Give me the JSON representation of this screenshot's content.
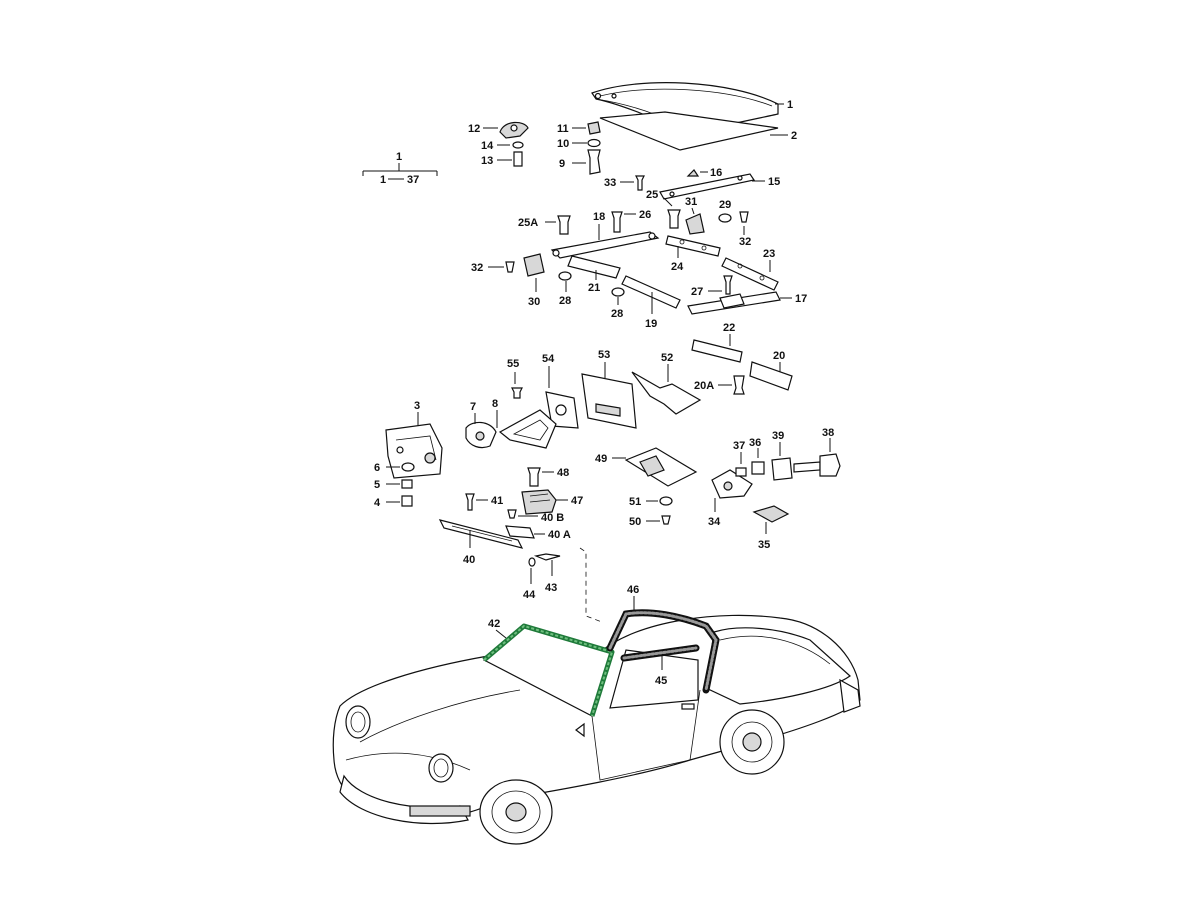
{
  "range_label": {
    "top": "1",
    "from": "1",
    "to": "37"
  },
  "callouts": {
    "c1": "1",
    "c2": "2",
    "c3": "3",
    "c4": "4",
    "c5": "5",
    "c6": "6",
    "c7": "7",
    "c8": "8",
    "c9": "9",
    "c10": "10",
    "c11": "11",
    "c12": "12",
    "c13": "13",
    "c14": "14",
    "c15": "15",
    "c16": "16",
    "c17": "17",
    "c18": "18",
    "c19": "19",
    "c20": "20",
    "c20a": "20A",
    "c21": "21",
    "c22": "22",
    "c23": "23",
    "c24": "24",
    "c25": "25",
    "c25a": "25A",
    "c26": "26",
    "c27": "27",
    "c28a": "28",
    "c28b": "28",
    "c29": "29",
    "c30": "30",
    "c31": "31",
    "c32a": "32",
    "c32b": "32",
    "c33": "33",
    "c34": "34",
    "c35": "35",
    "c36": "36",
    "c37": "37",
    "c38": "38",
    "c39": "39",
    "c40": "40",
    "c40a": "40 A",
    "c40b": "40 B",
    "c41": "41",
    "c42": "42",
    "c43": "43",
    "c44": "44",
    "c45": "45",
    "c46": "46",
    "c47": "47",
    "c48": "48",
    "c49": "49",
    "c50": "50",
    "c51": "51",
    "c52": "52",
    "c53": "53",
    "c54": "54",
    "c55": "55"
  },
  "colors": {
    "highlight_seal": "#1f7a3a",
    "line": "#111111",
    "background": "#ffffff"
  }
}
